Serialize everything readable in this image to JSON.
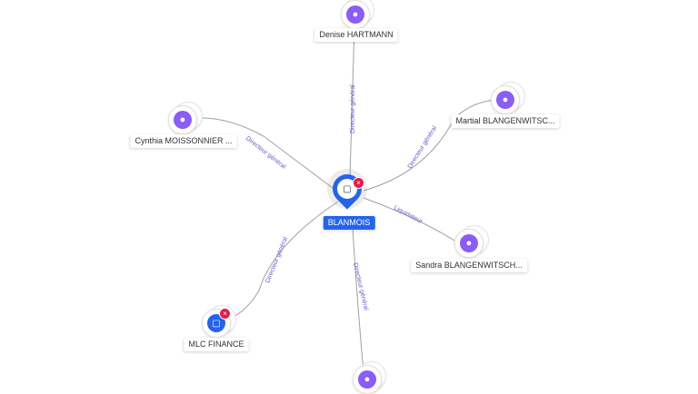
{
  "center": {
    "label": "BLANMOIS",
    "icon": "company-icon",
    "badge_icon": "close-icon"
  },
  "nodes": [
    {
      "id": "denise",
      "label": "Denise HARTMANN",
      "icon": "person-icon"
    },
    {
      "id": "martial",
      "label": "Martial BLANGENWITSC...",
      "icon": "person-icon"
    },
    {
      "id": "cynthia",
      "label": "Cynthia MOISSONNIER ...",
      "icon": "person-icon"
    },
    {
      "id": "sandra",
      "label": "Sandra BLANGENWITSCH...",
      "icon": "person-icon"
    },
    {
      "id": "mlc",
      "label": "MLC FINANCE",
      "icon": "company-icon"
    },
    {
      "id": "bottom",
      "label": "",
      "icon": "person-icon"
    }
  ],
  "edges": [
    {
      "to": "denise",
      "label": "Directeur général"
    },
    {
      "to": "martial",
      "label": "Directeur général"
    },
    {
      "to": "cynthia",
      "label": "Directeur général"
    },
    {
      "to": "sandra",
      "label": "Liquidateur"
    },
    {
      "to": "mlc",
      "label": "Directeur général"
    },
    {
      "to": "bottom",
      "label": "Directeur général"
    }
  ],
  "colors": {
    "person": "#8b5cf6",
    "company": "#2563eb",
    "edge": "#9aa0a6",
    "edge_label": "#6a5acd",
    "badge": "#e11d48"
  }
}
